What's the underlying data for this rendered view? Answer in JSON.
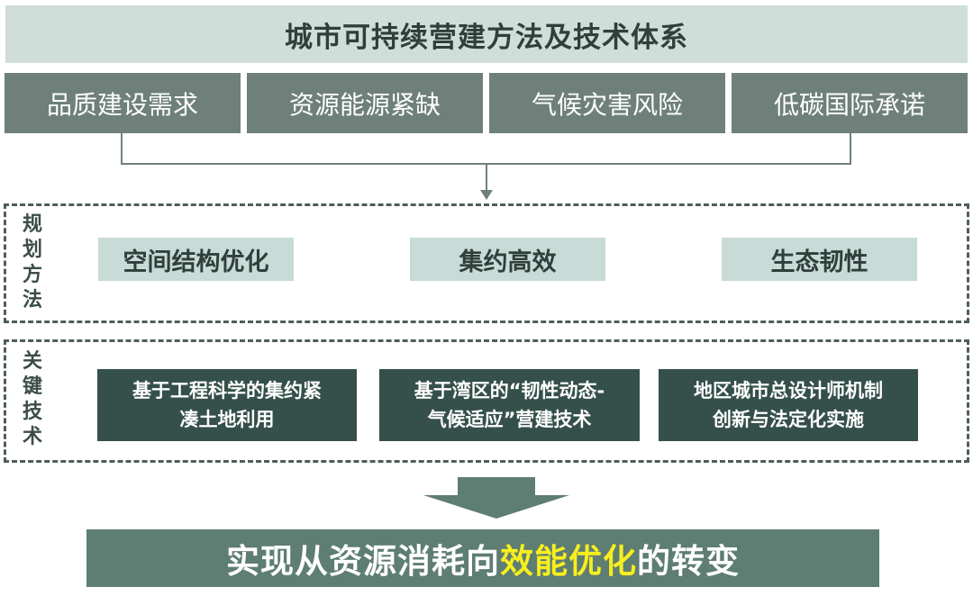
{
  "title": "城市可持续营建方法及技术体系",
  "drivers": [
    "品质建设需求",
    "资源能源紧缺",
    "气候灾害风险",
    "低碳国际承诺"
  ],
  "planning": {
    "label": "规划方法",
    "items": [
      "空间结构优化",
      "集约高效",
      "生态韧性"
    ]
  },
  "tech": {
    "label": "关键技术",
    "items": [
      {
        "line1": "基于工程科学的集约紧",
        "line2": "凑土地利用"
      },
      {
        "line1": "基于湾区的“韧性动态-",
        "line2": "气候适应”营建技术"
      },
      {
        "line1": "地区城市总设计师机制",
        "line2": "创新与法定化实施"
      }
    ]
  },
  "result": {
    "prefix": "实现从资源消耗向",
    "highlight": "效能优化",
    "suffix": "的转变"
  },
  "colors": {
    "title_bg": "#cfded8",
    "driver_bg": "#6f807b",
    "method_bg": "#c8dbd6",
    "tech_bg": "#35504a",
    "result_bg": "#5e7d73",
    "highlight": "#f7ee1f"
  }
}
